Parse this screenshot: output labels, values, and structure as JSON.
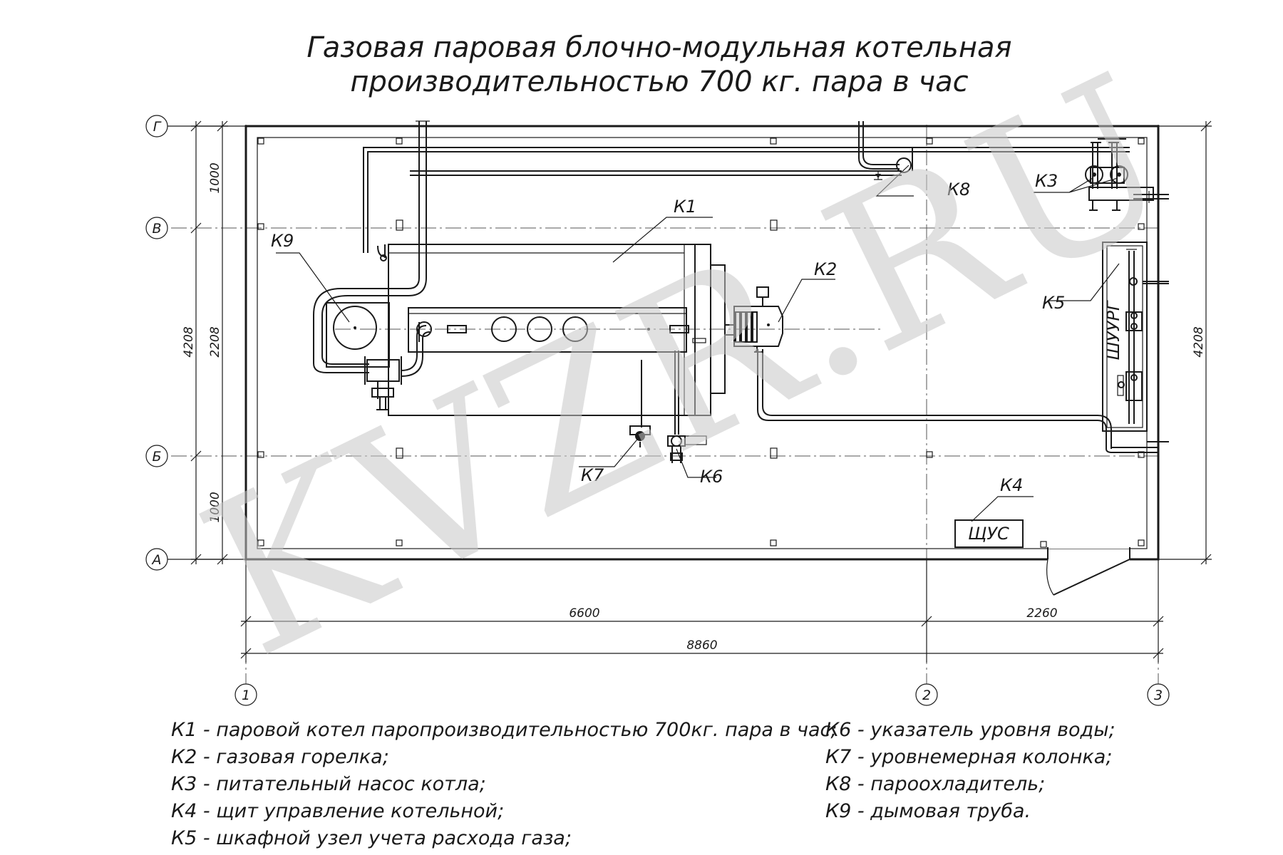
{
  "title": {
    "line1": "Газовая паровая блочно-модульная котельная",
    "line2": "производительностью 700 кг. пара в час"
  },
  "axes": {
    "rows": [
      "Г",
      "В",
      "Б",
      "А"
    ],
    "cols": [
      "1",
      "2",
      "3"
    ]
  },
  "dimensions": {
    "left_total": "4208",
    "left_seg_top": "1000",
    "left_seg_mid": "2208",
    "left_seg_bot": "1000",
    "right_total": "4208",
    "bottom_seg_1": "6600",
    "bottom_seg_2": "2260",
    "bottom_total": "8860"
  },
  "callouts": {
    "k1": "К1",
    "k2": "К2",
    "k3": "К3",
    "k4": "К4",
    "k5": "К5",
    "k6": "К6",
    "k7": "К7",
    "k8": "К8",
    "k9": "К9"
  },
  "panels": {
    "gas_cabinet": "ШУУРГ",
    "control_board": "ЩУС"
  },
  "legend": {
    "left": [
      "К1 - паровой  котел паропроизводительностью 700кг. пара в час;",
      "К2 - газовая горелка;",
      "К3 - питательный насос котла;",
      "К4 - щит управление котельной;",
      "К5 - шкафной узел учета расхода газа;"
    ],
    "right": [
      "К6 - указатель уровня воды;",
      "К7 - уровнемерная колонка;",
      "К8 - пароохладитель;",
      "К9 - дымовая труба."
    ]
  },
  "watermark": "KVZR.RU"
}
